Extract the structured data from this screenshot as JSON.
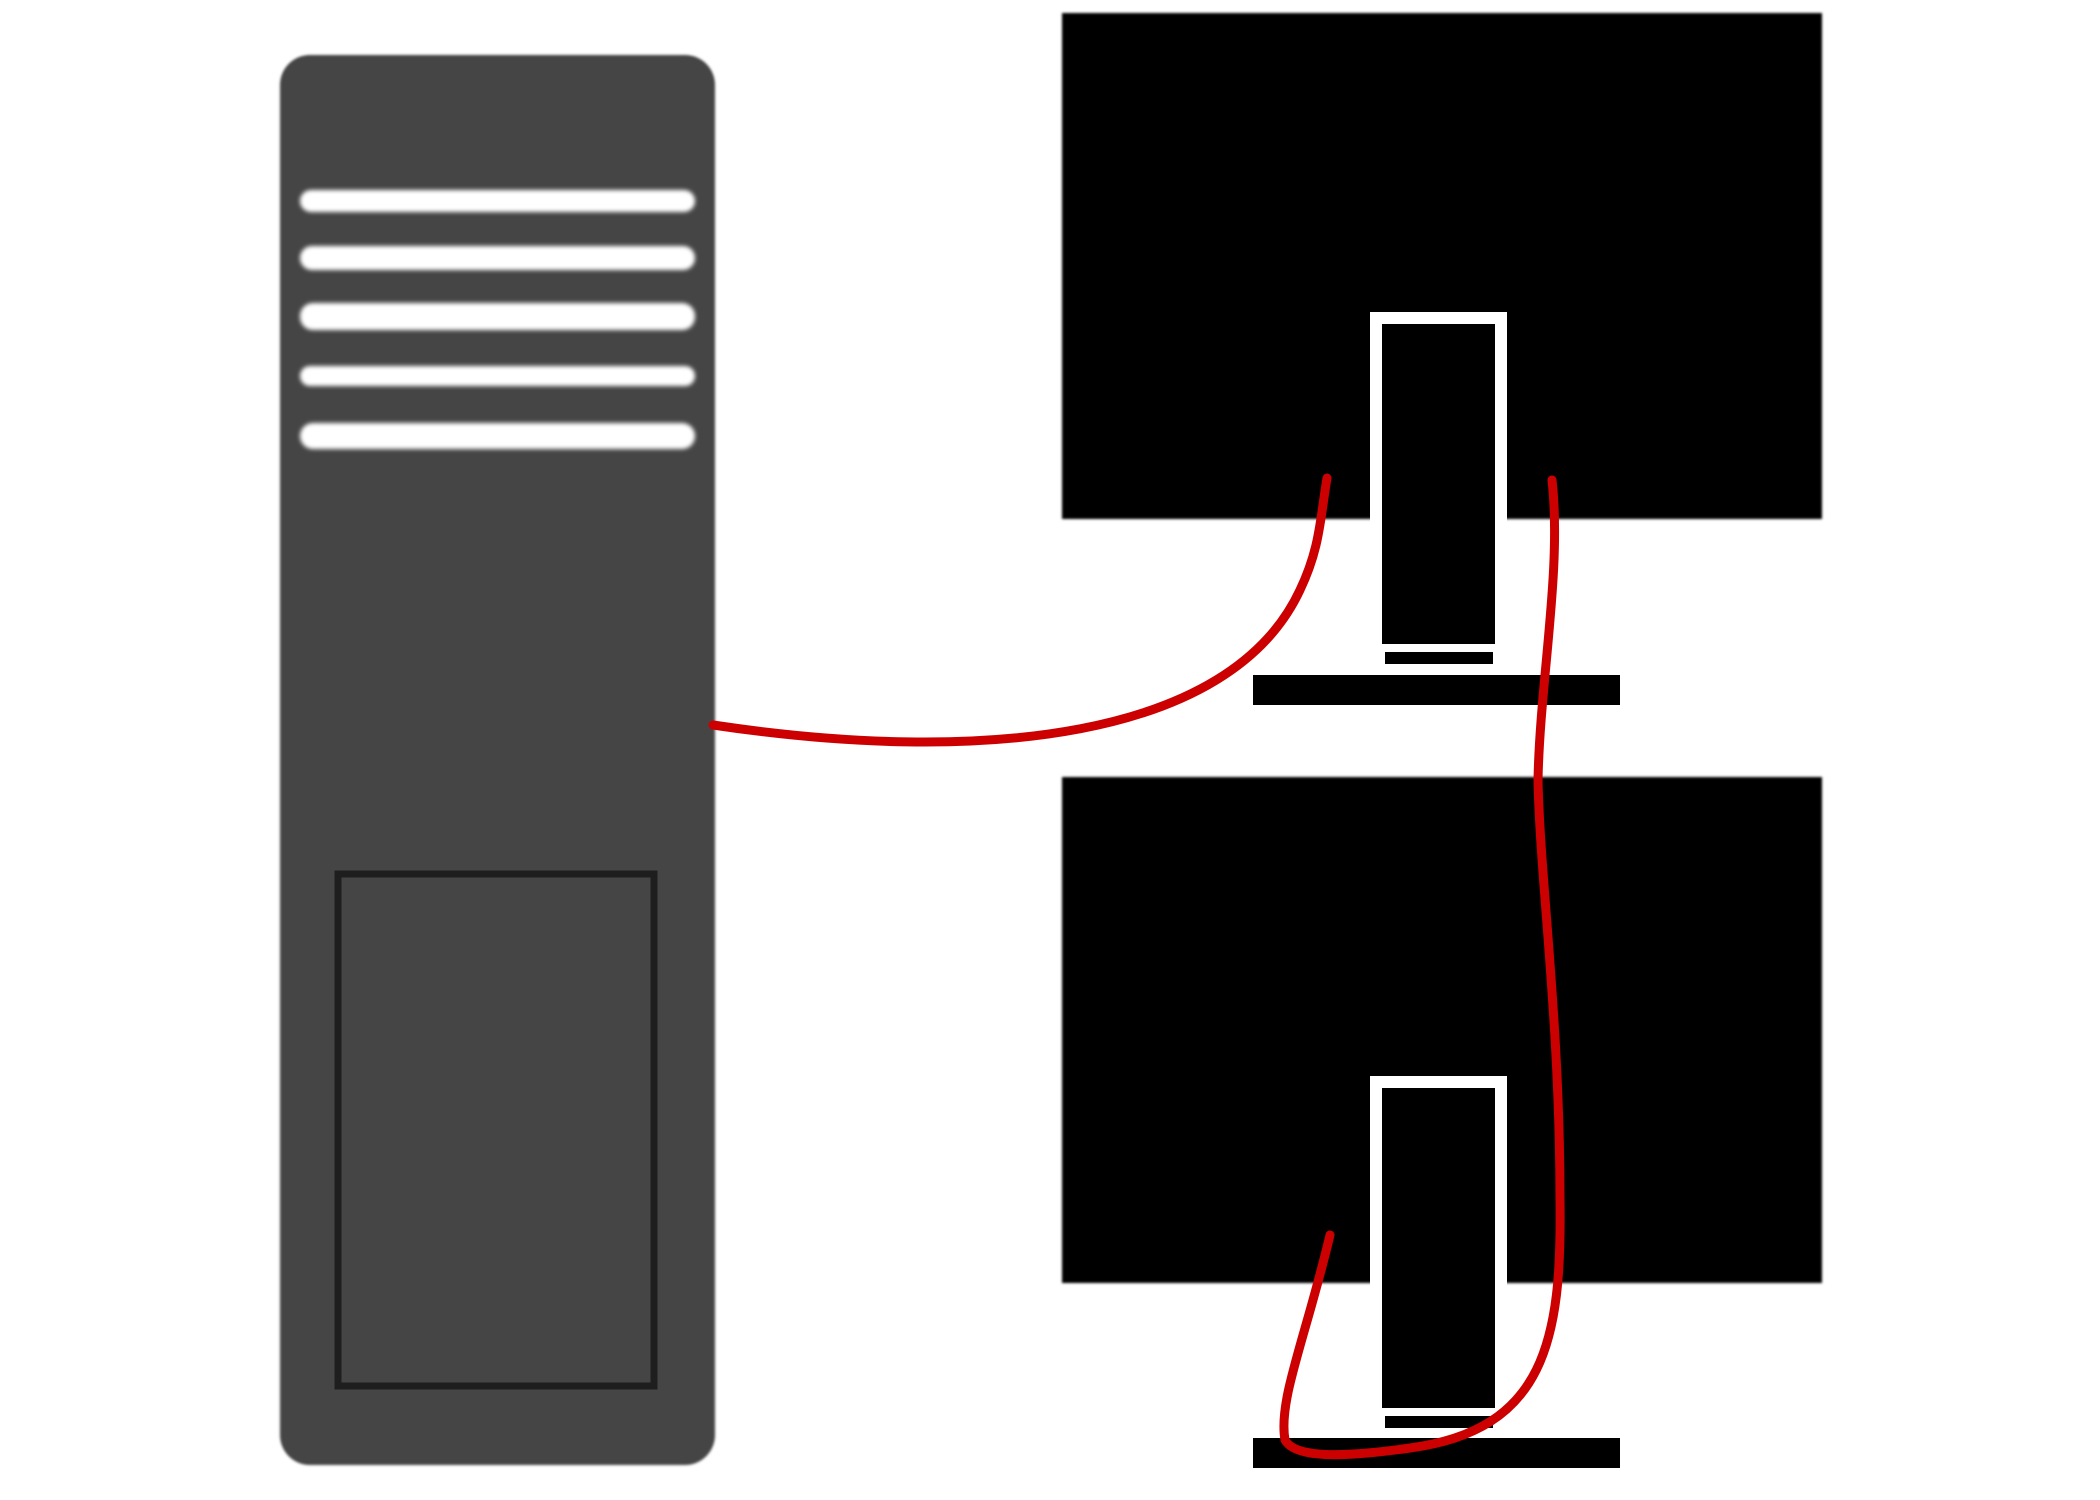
{
  "diagram": {
    "title": "",
    "nodes": [
      {
        "id": "tower",
        "kind": "computer-tower",
        "label": ""
      },
      {
        "id": "monitor-top",
        "kind": "monitor-rear",
        "label": ""
      },
      {
        "id": "monitor-bottom",
        "kind": "monitor-rear",
        "label": ""
      }
    ],
    "connections": [
      {
        "from": "tower",
        "to": "monitor-top",
        "kind": "display-cable"
      },
      {
        "from": "monitor-top",
        "to": "monitor-bottom",
        "kind": "daisy-chain-cable"
      }
    ]
  },
  "colors": {
    "background": "#ffffff",
    "tower_body": "#444444",
    "tower_outline": "#1e1e1e",
    "vent_slot": "#ffffff",
    "monitor_body": "#000000",
    "stand_outline": "#ffffff",
    "cable": "#cc0000"
  }
}
